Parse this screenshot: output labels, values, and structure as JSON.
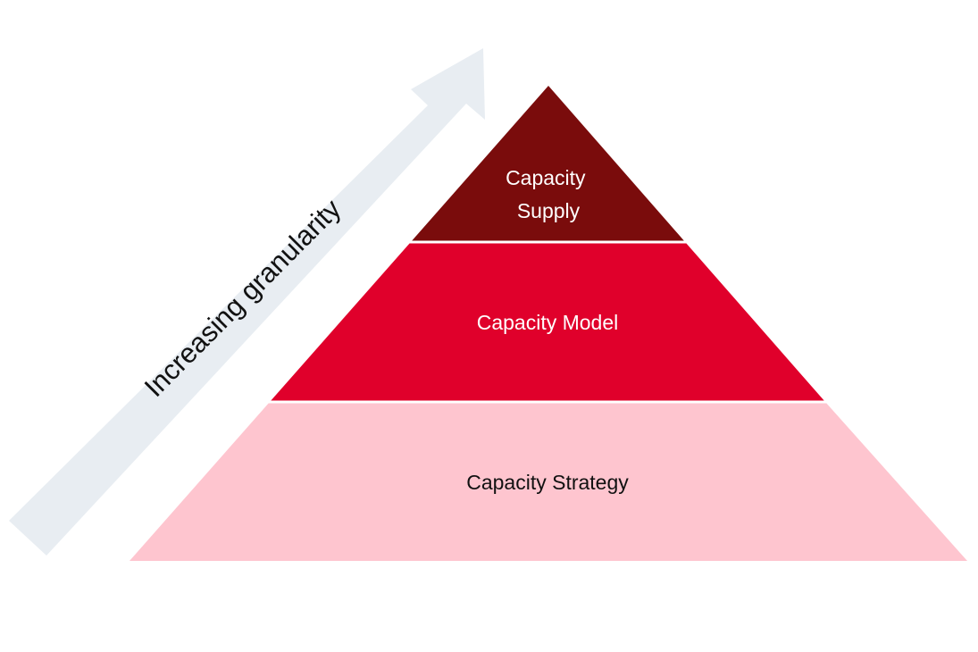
{
  "arrow": {
    "label": "Increasing granularity",
    "color": "#e8edf2"
  },
  "pyramid": {
    "divider_color": "#ffffff",
    "tiers": [
      {
        "id": "top",
        "lines": [
          "Capacity",
          "Supply"
        ],
        "fill": "#7a0c0c",
        "text_color": "#ffffff"
      },
      {
        "id": "middle",
        "lines": [
          "Capacity Model"
        ],
        "fill": "#e0002b",
        "text_color": "#ffffff"
      },
      {
        "id": "bottom",
        "lines": [
          "Capacity Strategy"
        ],
        "fill": "#fec5cf",
        "text_color": "#111111"
      }
    ]
  }
}
